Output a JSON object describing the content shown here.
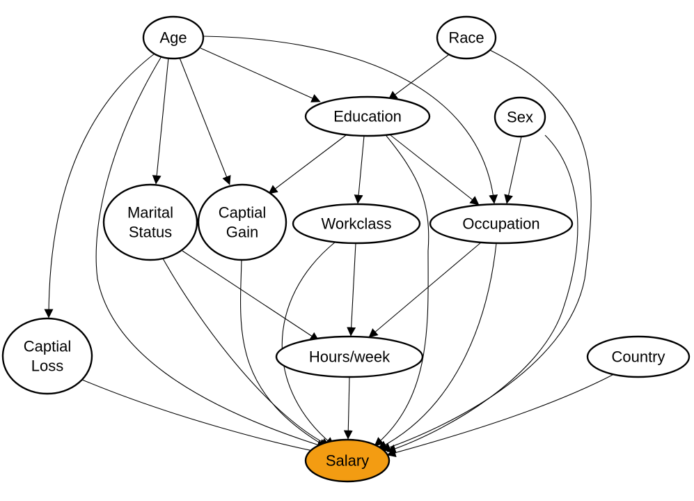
{
  "diagram": {
    "highlight_color": "#f39c12",
    "node_color": "#ffffff",
    "nodes": [
      {
        "id": "age",
        "lines": [
          "Age"
        ],
        "highlighted": false
      },
      {
        "id": "race",
        "lines": [
          "Race"
        ],
        "highlighted": false
      },
      {
        "id": "education",
        "lines": [
          "Education"
        ],
        "highlighted": false
      },
      {
        "id": "sex",
        "lines": [
          "Sex"
        ],
        "highlighted": false
      },
      {
        "id": "marital-status",
        "lines": [
          "Marital",
          "Status"
        ],
        "highlighted": false
      },
      {
        "id": "captial-gain",
        "lines": [
          "Captial",
          "Gain"
        ],
        "highlighted": false
      },
      {
        "id": "workclass",
        "lines": [
          "Workclass"
        ],
        "highlighted": false
      },
      {
        "id": "occupation",
        "lines": [
          "Occupation"
        ],
        "highlighted": false
      },
      {
        "id": "captial-loss",
        "lines": [
          "Captial",
          "Loss"
        ],
        "highlighted": false
      },
      {
        "id": "hours-week",
        "lines": [
          "Hours/week"
        ],
        "highlighted": false
      },
      {
        "id": "country",
        "lines": [
          "Country"
        ],
        "highlighted": false
      },
      {
        "id": "salary",
        "lines": [
          "Salary"
        ],
        "highlighted": true
      }
    ],
    "edges": [
      {
        "from": "age",
        "to": "education"
      },
      {
        "from": "age",
        "to": "marital-status"
      },
      {
        "from": "age",
        "to": "captial-gain"
      },
      {
        "from": "age",
        "to": "captial-loss"
      },
      {
        "from": "age",
        "to": "occupation"
      },
      {
        "from": "age",
        "to": "salary"
      },
      {
        "from": "race",
        "to": "education"
      },
      {
        "from": "race",
        "to": "salary"
      },
      {
        "from": "education",
        "to": "captial-gain"
      },
      {
        "from": "education",
        "to": "workclass"
      },
      {
        "from": "education",
        "to": "occupation"
      },
      {
        "from": "education",
        "to": "salary"
      },
      {
        "from": "sex",
        "to": "occupation"
      },
      {
        "from": "sex",
        "to": "salary"
      },
      {
        "from": "marital-status",
        "to": "hours-week"
      },
      {
        "from": "marital-status",
        "to": "salary"
      },
      {
        "from": "captial-gain",
        "to": "salary"
      },
      {
        "from": "workclass",
        "to": "hours-week"
      },
      {
        "from": "workclass",
        "to": "salary"
      },
      {
        "from": "occupation",
        "to": "hours-week"
      },
      {
        "from": "occupation",
        "to": "salary"
      },
      {
        "from": "captial-loss",
        "to": "salary"
      },
      {
        "from": "hours-week",
        "to": "salary"
      },
      {
        "from": "country",
        "to": "salary"
      }
    ]
  }
}
